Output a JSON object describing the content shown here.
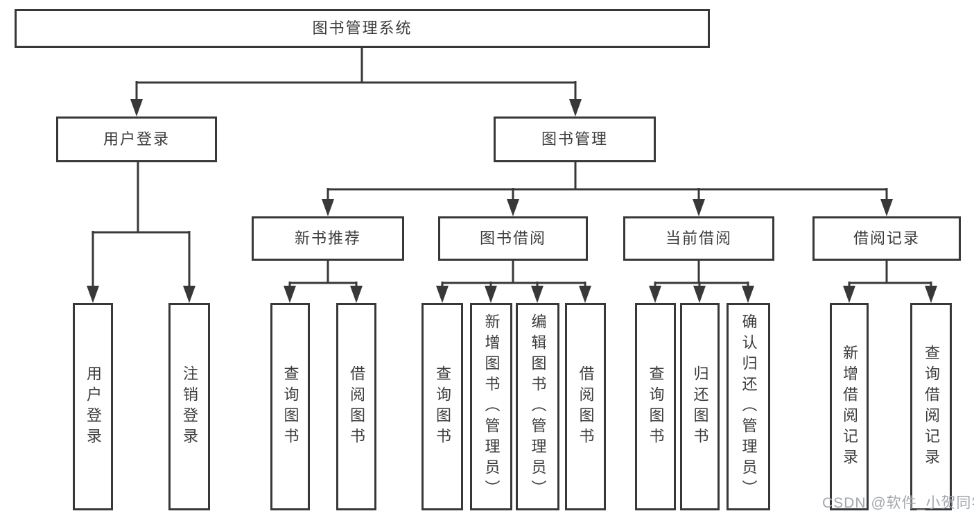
{
  "diagram": {
    "root": {
      "label": "图书管理系统"
    },
    "branches": [
      {
        "label": "用户登录",
        "children": [
          {
            "label": "用户登录"
          },
          {
            "label": "注销登录"
          }
        ]
      },
      {
        "label": "图书管理",
        "children": [
          {
            "label": "新书推荐",
            "children": [
              {
                "label": "查询图书"
              },
              {
                "label": "借阅图书"
              }
            ]
          },
          {
            "label": "图书借阅",
            "children": [
              {
                "label": "查询图书"
              },
              {
                "label": "新增图书（管理员）"
              },
              {
                "label": "编辑图书（管理员）"
              },
              {
                "label": "借阅图书"
              }
            ]
          },
          {
            "label": "当前借阅",
            "children": [
              {
                "label": "查询图书"
              },
              {
                "label": "归还图书"
              },
              {
                "label": "确认归还（管理员）"
              }
            ]
          },
          {
            "label": "借阅记录",
            "children": [
              {
                "label": "新增借阅记录"
              },
              {
                "label": "查询借阅记录"
              }
            ]
          }
        ]
      }
    ]
  },
  "watermark": {
    "text": "CSDN @软件_小贺同学"
  },
  "colors": {
    "line": "#383838",
    "text": "#3c3c3c",
    "watermark_gray": "#a2a7ad",
    "background": "#ffffff"
  }
}
